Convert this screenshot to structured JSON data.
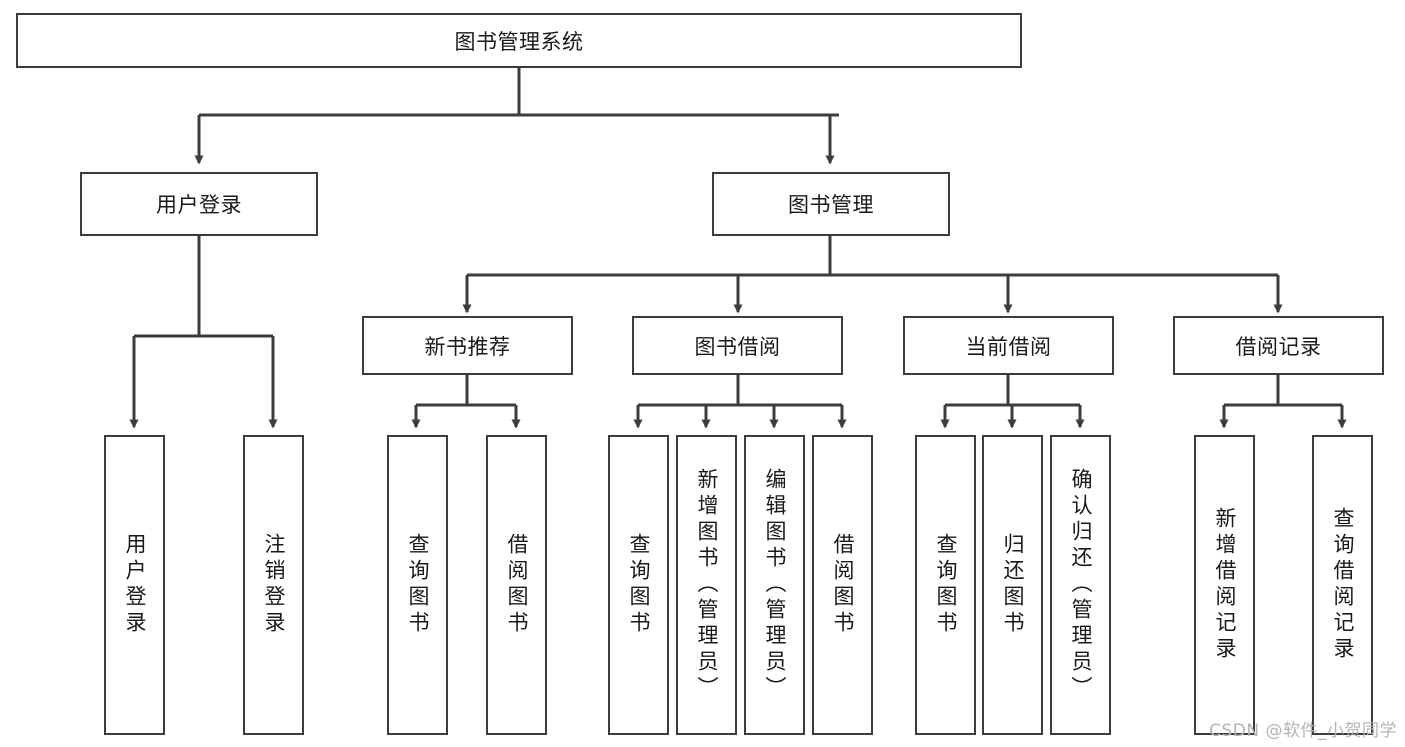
{
  "diagram": {
    "title": "图书管理系统",
    "root": {
      "label": "图书管理系统"
    },
    "level1": [
      {
        "label": "用户登录"
      },
      {
        "label": "图书管理"
      }
    ],
    "level2": [
      {
        "label": "新书推荐"
      },
      {
        "label": "图书借阅"
      },
      {
        "label": "当前借阅"
      },
      {
        "label": "借阅记录"
      }
    ],
    "leaves": {
      "user_login": [
        {
          "label": "用户登录"
        },
        {
          "label": "注销登录"
        }
      ],
      "new_book": [
        {
          "label": "查询图书"
        },
        {
          "label": "借阅图书"
        }
      ],
      "book_borrow": [
        {
          "label": "查询图书"
        },
        {
          "label": "新增图书（管理员）"
        },
        {
          "label": "编辑图书（管理员）"
        },
        {
          "label": "借阅图书"
        }
      ],
      "current_borrow": [
        {
          "label": "查询图书"
        },
        {
          "label": "归还图书"
        },
        {
          "label": "确认归还（管理员）"
        }
      ],
      "borrow_record": [
        {
          "label": "新增借阅记录"
        },
        {
          "label": "查询借阅记录"
        }
      ]
    }
  },
  "watermark": {
    "text": "CSDN @软件_小贺同学"
  },
  "colors": {
    "stroke": "#3c3c3c",
    "background": "#ffffff",
    "text": "#1a1a1a",
    "watermark": "#b4b4b4"
  }
}
